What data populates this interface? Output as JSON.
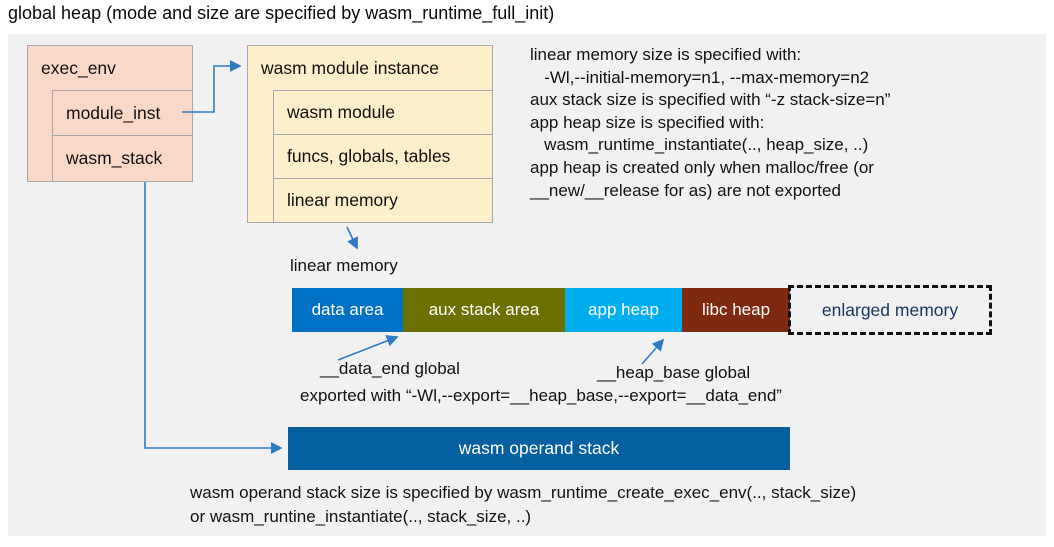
{
  "title": "global heap (mode and size are specified by wasm_runtime_full_init)",
  "colors": {
    "panel_bg": "#f1f1f1",
    "struct_pink": "#fad8c7",
    "struct_yellow": "#fcefc9",
    "border_gray": "#a8a8a8",
    "arrow_blue": "#2f7bc3",
    "operand_stack_blue": "#05609f",
    "enlarged_text_navy": "#17365d"
  },
  "exec_env": {
    "title": "exec_env",
    "fields": [
      {
        "label": "module_inst"
      },
      {
        "label": "wasm_stack"
      }
    ]
  },
  "module_instance": {
    "title": "wasm module instance",
    "fields": [
      {
        "label": "wasm module"
      },
      {
        "label": "funcs, globals, tables"
      },
      {
        "label": "linear memory"
      }
    ]
  },
  "notes_right": {
    "lines": [
      "linear memory size is specified with:",
      "   -Wl,--initial-memory=n1, --max-memory=n2",
      "aux stack size is specified with “-z stack-size=n”",
      "app heap size is specified with:",
      "   wasm_runtime_instantiate(.., heap_size, ..)",
      "app heap is created only when malloc/free (or",
      "__new/__release for as) are not exported"
    ]
  },
  "linear_memory": {
    "label": "linear memory",
    "segments": [
      {
        "label": "data area",
        "color": "#0071c5",
        "width": 111
      },
      {
        "label": "aux stack area",
        "color": "#6c7000",
        "width": 162
      },
      {
        "label": "app heap",
        "color": "#00aeef",
        "width": 117
      },
      {
        "label": "libc heap",
        "color": "#7e2a10",
        "width": 108
      }
    ],
    "enlarged_label": "enlarged memory"
  },
  "annotations": {
    "data_end": "__data_end global",
    "heap_base": "__heap_base global",
    "exported": "exported with “-Wl,--export=__heap_base,--export=__data_end”"
  },
  "operand_stack": {
    "label": "wasm operand stack"
  },
  "footer": {
    "lines": [
      "wasm operand stack size is specified by wasm_runtime_create_exec_env(.., stack_size)",
      "or wasm_runtine_instantiate(.., stack_size, ..)"
    ]
  }
}
